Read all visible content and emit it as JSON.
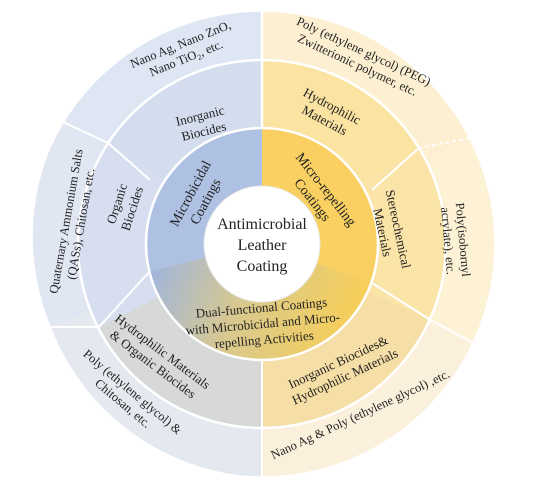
{
  "center": {
    "lines": [
      "Antimicrobial",
      "Leather",
      "Coating"
    ]
  },
  "inner_ring": {
    "microbicidal": [
      "Microbicidal",
      "Coatings"
    ],
    "micro_repelling": [
      "Micro-repelling",
      "Coatings"
    ],
    "dual": [
      "Dual-functional Coatings",
      "with Microbicidal and Micro-",
      "repelling Activities"
    ]
  },
  "middle_ring": {
    "inorganic_biocides": [
      "Inorganic",
      "Biocides"
    ],
    "organic_biocides": [
      "Organic",
      "Biocides"
    ],
    "hydrophilic_materials": [
      "Hydrophilic",
      "Materials"
    ],
    "stereochemical_materials": [
      "Stereochemical",
      "Materials"
    ],
    "hydrophilic_organic": [
      "Hydrophilic Materials",
      "& Organic Biocides"
    ],
    "inorganic_hydrophilic": [
      "Inorganic Biocides&",
      "Hydrophilic Materials"
    ]
  },
  "outer_ring": {
    "nano_ag": [
      "Nano Ag, Nano ZnO,",
      "Nano TiO₂, etc."
    ],
    "qass": [
      "Quaternary Ammonium Salts",
      "(QASs), Chitosan, etc."
    ],
    "peg_zwitterionic": [
      "Poly (ethylene glycol) (PEG)",
      "Zwitterionic polymer, etc."
    ],
    "polyisobornyl": [
      "Poly(isobornyl",
      "acrylate), etc."
    ],
    "peg_chitosan": [
      "Poly (ethylene glycol) &",
      "Chitosan, etc."
    ],
    "nano_ag_peg": [
      "Nano Ag & Poly (ethylene glycol) ,etc."
    ]
  },
  "caption": "",
  "colors": {
    "blue_outer": "#dfe6f3",
    "blue_middle": "#cfd9ec",
    "blue_inner": "#aec1e2",
    "yellow_outer": "#fdf0cf",
    "yellow_middle": "#fbe4a7",
    "yellow_inner": "#f8d36a",
    "divider": "#ffffff",
    "center_fill": "#ffffff"
  }
}
